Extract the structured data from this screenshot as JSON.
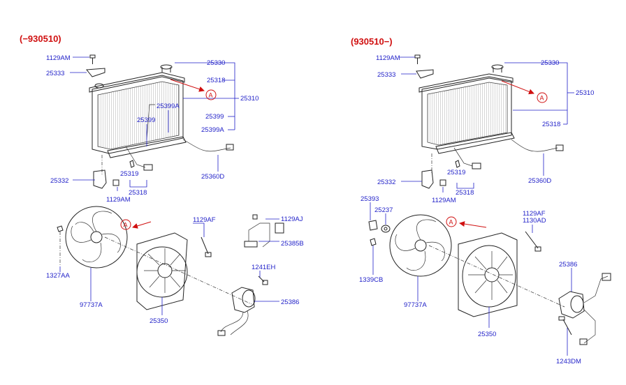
{
  "left_section": {
    "header": "(−930510)",
    "callout": "A",
    "labels": {
      "p1129AM_top": "1129AM",
      "p25333": "25333",
      "p25330": "25330",
      "p25318_top": "25318",
      "p25310": "25310",
      "p25399A_mid": "25399A",
      "p25399_mid": "25399",
      "p25399_right": "25399",
      "p25399A_right": "25399A",
      "p25332": "25332",
      "p25319": "25319",
      "p25318_bottom": "25318",
      "p1129AM_bottom": "1129AM",
      "p25360D": "25360D",
      "p1327AA": "1327AA",
      "p97737A": "97737A",
      "p25350": "25350",
      "p1129AF": "1129AF",
      "p1129AJ": "1129AJ",
      "p25385B": "25385B",
      "p1241EH": "1241EH",
      "p25386": "25386"
    }
  },
  "right_section": {
    "header": "(930510−)",
    "callout": "A",
    "labels": {
      "p1129AM_top": "1129AM",
      "p25333": "25333",
      "p25330": "25330",
      "p25310": "25310",
      "p25318_top": "25318",
      "p25332": "25332",
      "p25319": "25319",
      "p25318_bottom": "25318",
      "p1129AM_bottom": "1129AM",
      "p25360D": "25360D",
      "p25393": "25393",
      "p25237": "25237",
      "p1339CB": "1339CB",
      "p97737A": "97737A",
      "p1129AF": "1129AF",
      "p1130AD": "1130AD",
      "p25386": "25386",
      "p25350": "25350",
      "p1243DM": "1243DM"
    }
  },
  "colors": {
    "label": "#1f1fc8",
    "header": "#d01010",
    "line": "#222222"
  }
}
